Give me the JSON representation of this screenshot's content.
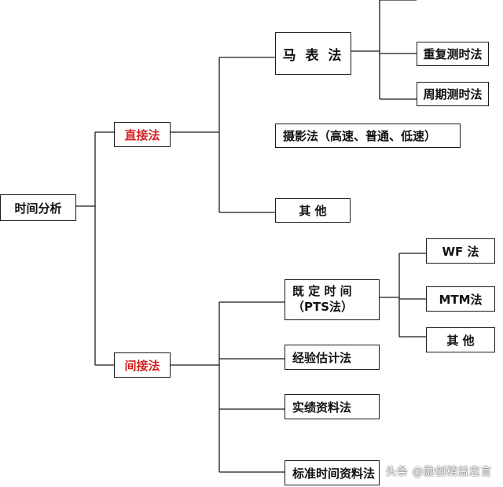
{
  "nodes": {
    "time_analysis": "时间分析",
    "direct_method": "直接法",
    "indirect_method": "间接法",
    "stopwatch_method": "马 表 法",
    "repetitive_timing": "重复测时法",
    "periodic_timing": "周期测时法",
    "filming_method": "摄影法（高速、普通、低速）",
    "other_direct": "其  他",
    "pts_method": "既 定 时 间 （PTS法）",
    "wf_method": "WF 法",
    "mtm_method": "MTM法",
    "other_pts": "其 他",
    "experience_estimate": "经验估计法",
    "performance_data": "实绩资料法",
    "standard_time_data": "标准时间资料法"
  },
  "watermark": "头条 @励创精益忠言",
  "colors": {
    "line": "#1a1a1a",
    "highlight_text": "#d42020",
    "text": "#111111"
  }
}
